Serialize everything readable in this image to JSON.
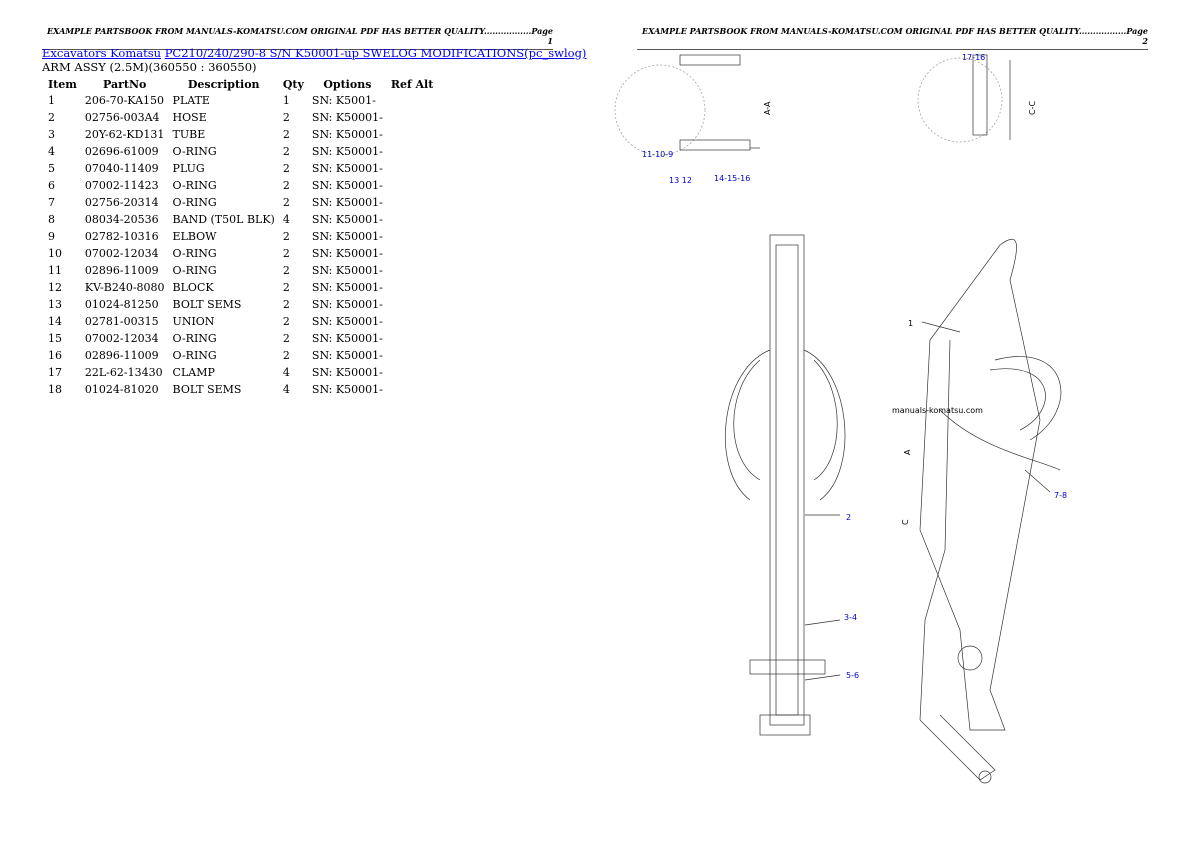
{
  "header": {
    "page1": "EXAMPLE PARTSBOOK FROM MANUALS-KOMATSU.COM ORIGINAL PDF HAS BETTER QUALITY.................Page 1",
    "page2": "EXAMPLE PARTSBOOK FROM MANUALS-KOMATSU.COM ORIGINAL PDF HAS BETTER QUALITY.................Page 2"
  },
  "breadcrumb": {
    "link1": "Excavators Komatsu",
    "link2": "PC210/240/290-8 S/N K50001-up SWELOG MODIFICATIONS(pc_swlog)"
  },
  "subtitle": "ARM ASSY (2.5M)(360550 : 360550)",
  "table": {
    "headers": [
      "Item",
      "PartNo",
      "Description",
      "Qty",
      "Options",
      "Ref Alt"
    ],
    "rows": [
      [
        "1",
        "206-70-KA150",
        "PLATE",
        "1",
        "SN: K5001-"
      ],
      [
        "2",
        "02756-003A4",
        "HOSE",
        "2",
        "SN: K50001-"
      ],
      [
        "3",
        "20Y-62-KD131",
        "TUBE",
        "2",
        "SN: K50001-"
      ],
      [
        "4",
        "02696-61009",
        "O-RING",
        "2",
        "SN: K50001-"
      ],
      [
        "5",
        "07040-11409",
        "PLUG",
        "2",
        "SN: K50001-"
      ],
      [
        "6",
        "07002-11423",
        "O-RING",
        "2",
        "SN: K50001-"
      ],
      [
        "7",
        "02756-20314",
        "O-RING",
        "2",
        "SN: K50001-"
      ],
      [
        "8",
        "08034-20536",
        "BAND (T50L BLK)",
        "4",
        "SN: K50001-"
      ],
      [
        "9",
        "02782-10316",
        "ELBOW",
        "2",
        "SN: K50001-"
      ],
      [
        "10",
        "07002-12034",
        "O-RING",
        "2",
        "SN: K50001-"
      ],
      [
        "11",
        "02896-11009",
        "O-RING",
        "2",
        "SN: K50001-"
      ],
      [
        "12",
        "KV-B240-8080",
        "BLOCK",
        "2",
        "SN: K50001-"
      ],
      [
        "13",
        "01024-81250",
        "BOLT SEMS",
        "2",
        "SN: K50001-"
      ],
      [
        "14",
        "02781-00315",
        "UNION",
        "2",
        "SN: K50001-"
      ],
      [
        "15",
        "07002-12034",
        "O-RING",
        "2",
        "SN: K50001-"
      ],
      [
        "16",
        "02896-11009",
        "O-RING",
        "2",
        "SN: K50001-"
      ],
      [
        "17",
        "22L-62-13430",
        "CLAMP",
        "4",
        "SN: K50001-"
      ],
      [
        "18",
        "01024-81020",
        "BOLT SEMS",
        "4",
        "SN: K50001-"
      ]
    ]
  },
  "diagram": {
    "labels": {
      "l1": "11-10-9",
      "l2": "13 12",
      "l3": "14-15-16",
      "l4": "17-16",
      "l5": "1",
      "l6": "2",
      "l7": "3-4",
      "l8": "5-6",
      "l9": "7-8",
      "aa": "A-A",
      "cc": "C-C",
      "a": "A",
      "c": "C",
      "watermark": "manuals-komatsu.com"
    }
  }
}
